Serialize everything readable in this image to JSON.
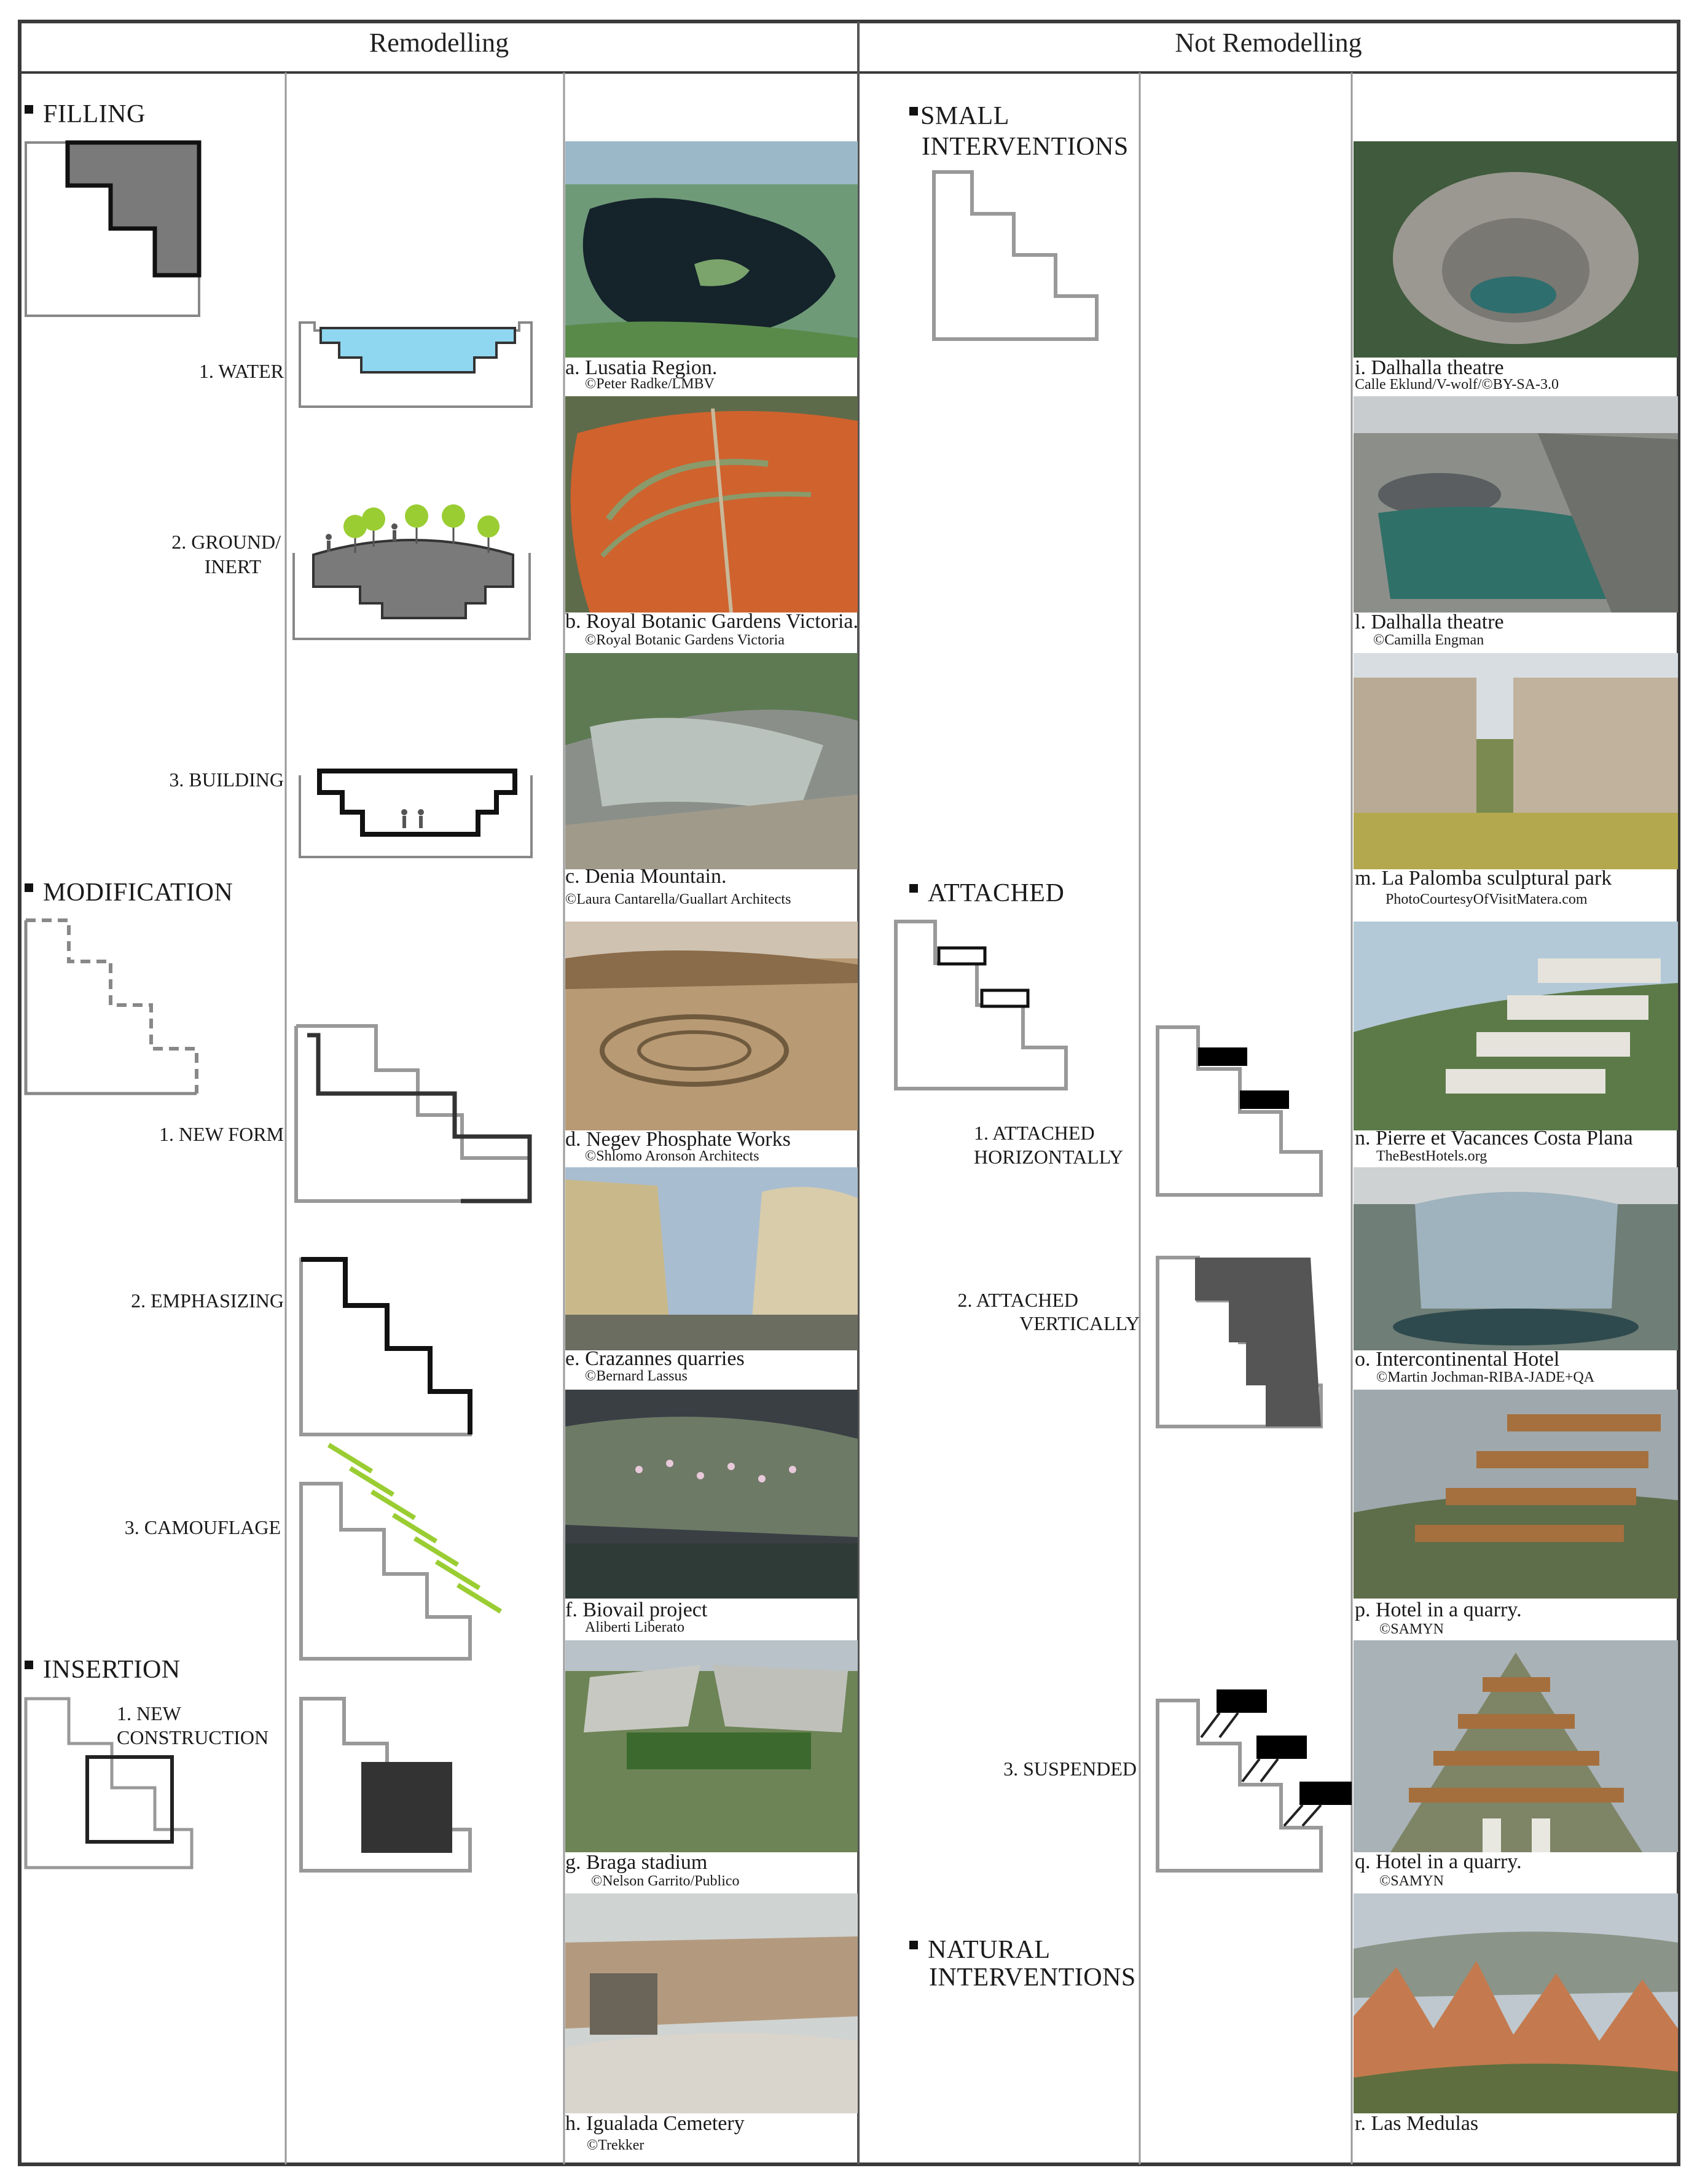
{
  "headers": {
    "left": "Remodelling",
    "right": "Not Remodelling"
  },
  "left_sections": {
    "filling": "FILLING",
    "modification": "MODIFICATION",
    "insertion": "INSERTION"
  },
  "left_labels": {
    "water": "1. WATER",
    "ground_line1": "2. GROUND/",
    "ground_line2": "INERT",
    "building": "3. BUILDING",
    "new_form": "1. NEW FORM",
    "emphasizing": "2. EMPHASIZING",
    "camouflage": "3. CAMOUFLAGE",
    "newcons_line1": "1. NEW",
    "newcons_line2": "CONSTRUCTION"
  },
  "right_sections": {
    "small_line1": "SMALL",
    "small_line2": "INTERVENTIONS",
    "attached": "ATTACHED",
    "natural_line1": "NATURAL",
    "natural_line2": "INTERVENTIONS"
  },
  "right_labels": {
    "att_h_line1": "1. ATTACHED",
    "att_h_line2": "HORIZONTALLY",
    "att_v_line1": "2. ATTACHED",
    "att_v_line2": "VERTICALLY",
    "suspended": "3. SUSPENDED"
  },
  "photos_left": [
    {
      "title": "a. Lusatia Region.",
      "credit": "©Peter Radke/LMBV"
    },
    {
      "title": "b. Royal Botanic Gardens Victoria.",
      "credit": "©Royal Botanic Gardens Victoria"
    },
    {
      "title": "c. Denia Mountain.",
      "credit": "©Laura Cantarella/Guallart Architects"
    },
    {
      "title": "d. Negev Phosphate Works",
      "credit": "©Shlomo Aronson Architects"
    },
    {
      "title": "e. Crazannes quarries",
      "credit": "©Bernard Lassus"
    },
    {
      "title": "f. Biovail project",
      "credit": "Aliberti Liberato"
    },
    {
      "title": "g. Braga stadium",
      "credit": "©Nelson Garrito/Publico"
    },
    {
      "title": "h. Igualada Cemetery",
      "credit": "©Trekker"
    }
  ],
  "photos_right": [
    {
      "title": "i. Dalhalla theatre",
      "credit": "Calle Eklund/V-wolf/©BY-SA-3.0"
    },
    {
      "title": "l. Dalhalla theatre",
      "credit": "©Camilla Engman"
    },
    {
      "title": "m. La Palomba sculptural park",
      "credit": "PhotoCourtesyOfVisitMatera.com"
    },
    {
      "title": "n. Pierre et Vacances Costa Plana",
      "credit": "TheBestHotels.org"
    },
    {
      "title": "o. Intercontinental Hotel",
      "credit": "©Martin Jochman-RIBA-JADE+QA"
    },
    {
      "title": "p. Hotel in a quarry.",
      "credit": "©SAMYN"
    },
    {
      "title": "q. Hotel in a quarry.",
      "credit": "©SAMYN"
    },
    {
      "title": "r. Las Medulas",
      "credit": ""
    }
  ],
  "colors": {
    "frame": "#3a3a3a",
    "grid": "#9a9a9a",
    "water": "#8fd6f0",
    "fill_dark": "#7a7a7a",
    "block": "#333333",
    "tree": "#9acd32"
  }
}
